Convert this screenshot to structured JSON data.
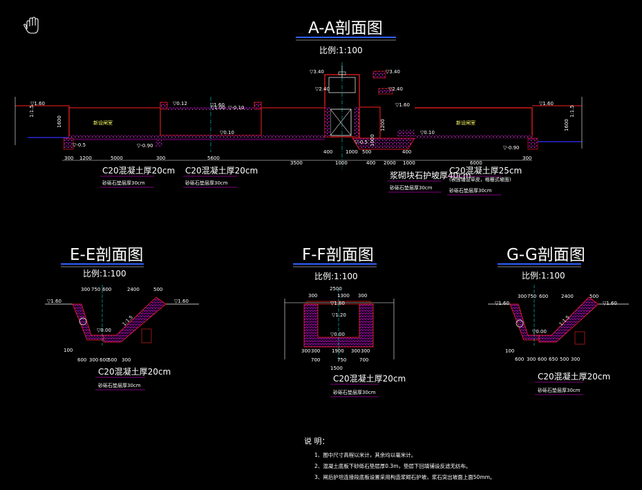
{
  "drawing": {
    "background": "#000000",
    "colors": {
      "structure": "#ff2020",
      "fill": "#ff00ff",
      "water": "#3030ff",
      "centerline": "#00ffff",
      "dim": "#ffffff",
      "accent": "#ffff00"
    },
    "icons": {
      "pan": "hand-icon"
    }
  },
  "sections": {
    "aa": {
      "title": "A-A剖面图",
      "scale": "比例:1:100",
      "levels": [
        "▽1.60",
        "▽1.60",
        "▽0.10",
        "▽0.10",
        "▽1.60",
        "▽1.60",
        "▽-0.90",
        "▽-0.90",
        "▽-0.5",
        "▽-0.5",
        "▽3.40",
        "▽3.40",
        "▽2.40",
        "▽2.40",
        "▽1.00",
        "▽0.12",
        "▽-0.10"
      ],
      "labels": {
        "left_chamber": "新设闸室",
        "right_chamber": "新设闸室",
        "left_slope": "1:1.5",
        "right_slope": "1:1.5",
        "elev_left": "1600",
        "elev_right": "1600",
        "gate_h1": "1200",
        "gate_h2": "1000"
      },
      "dims": [
        "300",
        "1200",
        "5000",
        "300",
        "5600",
        "3500",
        "1000",
        "400",
        "1000",
        "500",
        "400",
        "2000",
        "400",
        "1000",
        "6000",
        "300"
      ],
      "notes": [
        {
          "grade": "C20混凝土厚20cm",
          "base": "砂砾石垫层厚30cm"
        },
        {
          "grade": "C20混凝土厚20cm",
          "base": "砂砾石垫层厚30cm"
        },
        {
          "grade": "浆砌块石护坡厚40cm",
          "base": "砂砾石垫层厚30cm"
        },
        {
          "grade": "C20混凝土厚25cm",
          "sub": "(表面铺设草皮，格栅式坡面)",
          "base": "砂砾石垫层厚30cm"
        }
      ]
    },
    "ee": {
      "title": "E-E剖面图",
      "scale": "比例:1:100",
      "top_dims": [
        "300",
        "750",
        "600",
        "2400",
        "500"
      ],
      "bottom_dims": [
        "100",
        "600",
        "300",
        "600",
        "500",
        "300"
      ],
      "levels": [
        "▽1.60",
        "▽1.60",
        "▽0.00"
      ],
      "slopes": [
        "1:1.5"
      ],
      "note": {
        "grade": "C20混凝土厚20cm",
        "base": "砂砾石垫层厚30cm"
      }
    },
    "ff": {
      "title": "F-F剖面图",
      "scale": "比例:1:100",
      "top_dims": [
        "2500",
        "300",
        "1300",
        "300"
      ],
      "levels": [
        "▽1.60",
        "▽1.20",
        "▽0.00"
      ],
      "bottom_dims": [
        "300",
        "300",
        "1900",
        "300",
        "300",
        "700",
        "750",
        "700",
        "1500"
      ],
      "note": {
        "grade": "C20混凝土厚20cm",
        "base": "砂砾石垫层厚30cm"
      }
    },
    "gg": {
      "title": "G-G剖面图",
      "scale": "比例:1:100",
      "top_dims": [
        "300",
        "750",
        "600",
        "2400",
        "500"
      ],
      "bottom_dims": [
        "100",
        "600",
        "300",
        "600",
        "650",
        "500",
        "300"
      ],
      "levels": [
        "▽1.60",
        "▽1.60",
        "▽0.00"
      ],
      "slopes": [
        "1:1.5"
      ],
      "note": {
        "grade": "C20混凝土厚20cm",
        "base": "砂砾石垫层厚30cm"
      }
    }
  },
  "legend": {
    "heading": "说  明：",
    "items": [
      "1、图中尺寸高程以米计，其余均以毫米计。",
      "2、混凝土底板下砂砾石垫层厚0.3m，垫层下回填铺设反滤无纺布。",
      "3、闸后护坦连接段底板设置采用构造浆砌石护坡，浆石突出坡面上面50mm。"
    ]
  }
}
